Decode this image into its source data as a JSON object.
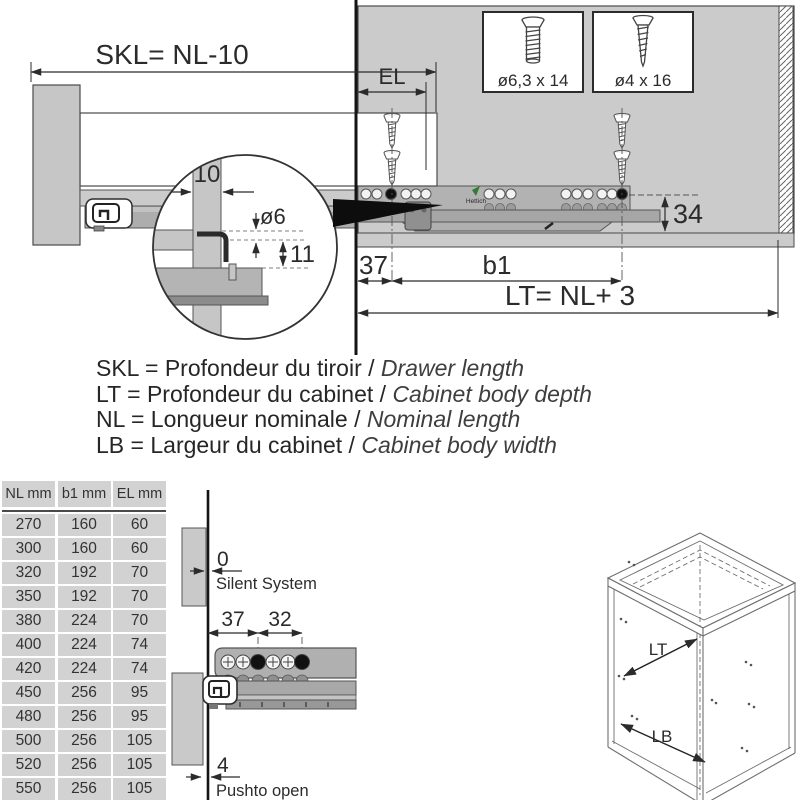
{
  "colors": {
    "panel_gray": "#cbcbcb",
    "rail_gray": "#b2b2b2",
    "rail_dark": "#a6a6a6",
    "outline_dark": "#4a4a4a",
    "black": "#111111",
    "table_cell_gray": "#d2d2d2",
    "brand_green": "#2f7d32"
  },
  "top_drawing": {
    "skl": "SKL= NL-10",
    "el": "EL",
    "d37": "37",
    "b1": "b1",
    "lt": "LT= NL+ 3",
    "d34": "34",
    "brand": "Hettich",
    "detail": {
      "d10": "10",
      "d6": "ø6",
      "d11": "11"
    },
    "screw_boxes": [
      {
        "label": "ø6,3 x 14"
      },
      {
        "label": "ø4 x 16"
      }
    ]
  },
  "legend": {
    "eq": " = ",
    "slash": " / ",
    "items": [
      {
        "abbr": "SKL",
        "fr": "Profondeur du tiroir",
        "en": "Drawer length"
      },
      {
        "abbr": "LT",
        "fr": "Profondeur du cabinet",
        "en": "Cabinet body depth"
      },
      {
        "abbr": "NL",
        "fr": "Longueur nominale",
        "en": "Nominal length"
      },
      {
        "abbr": "LB",
        "fr": "Largeur du cabinet",
        "en": "Cabinet body width"
      }
    ]
  },
  "table": {
    "headers": [
      "NL mm",
      "b1 mm",
      "EL mm"
    ],
    "rows": [
      [
        "270",
        "160",
        "60"
      ],
      [
        "300",
        "160",
        "60"
      ],
      [
        "320",
        "192",
        "70"
      ],
      [
        "350",
        "192",
        "70"
      ],
      [
        "380",
        "224",
        "70"
      ],
      [
        "400",
        "224",
        "74"
      ],
      [
        "420",
        "224",
        "74"
      ],
      [
        "450",
        "256",
        "95"
      ],
      [
        "480",
        "256",
        "95"
      ],
      [
        "500",
        "256",
        "105"
      ],
      [
        "520",
        "256",
        "105"
      ],
      [
        "550",
        "256",
        "105"
      ]
    ]
  },
  "mounting_diagram": {
    "d0": "0",
    "silent": "Silent System",
    "d37": "37",
    "d32": "32",
    "d4": "4",
    "push": "Pushto open"
  },
  "cabinet_3d": {
    "lt": "LT",
    "lb": "LB"
  }
}
